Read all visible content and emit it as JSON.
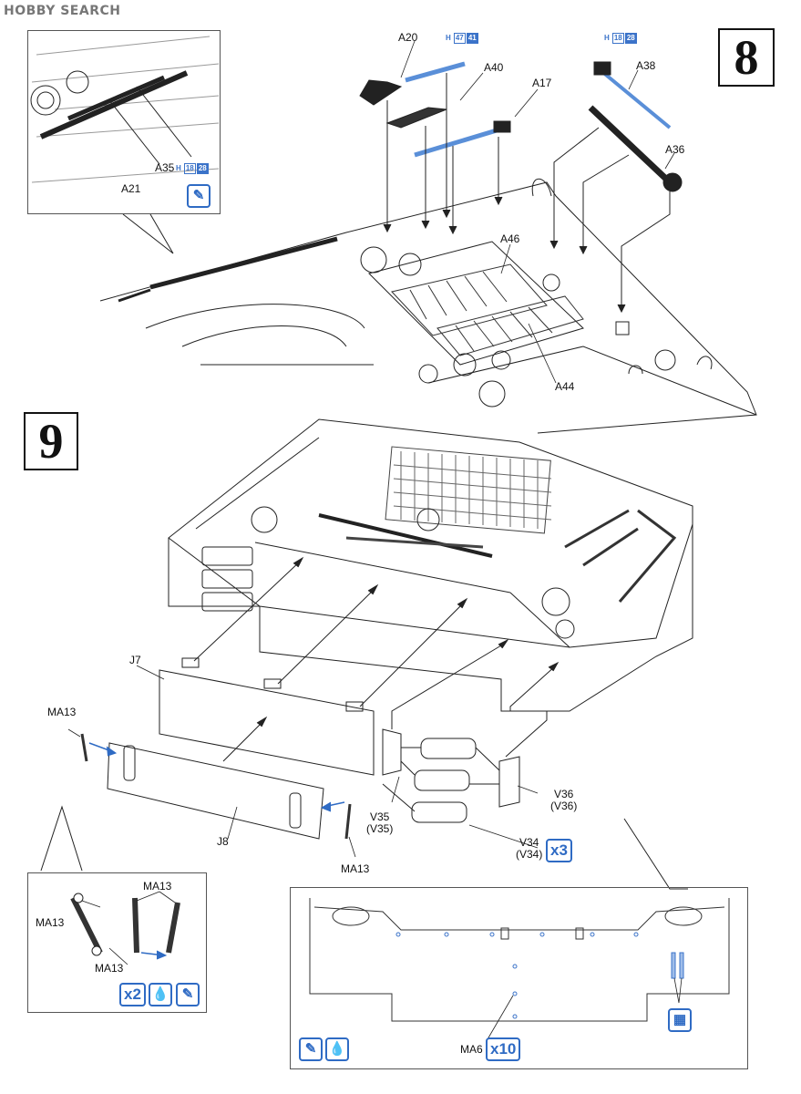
{
  "watermark": "HOBBY SEARCH",
  "steps": [
    {
      "number": "8"
    },
    {
      "number": "9"
    }
  ],
  "step8": {
    "labels": [
      "A20",
      "A40",
      "A17",
      "A38",
      "A36",
      "A46",
      "A44",
      "A35",
      "A21"
    ],
    "part_refs": [
      {
        "prefix": "H",
        "values": [
          "47",
          "41"
        ]
      },
      {
        "prefix": "H",
        "values": [
          "18",
          "28"
        ]
      },
      {
        "prefix": "H",
        "values": [
          "18",
          "28"
        ]
      }
    ]
  },
  "step9": {
    "labels": {
      "j7": "J7",
      "j8": "J8",
      "ma13_left": "MA13",
      "ma13_right": "MA13",
      "v35": "V35\n(V35)",
      "v36": "V36\n(V36)",
      "v34": "V34\n(V34)"
    },
    "v34_multiplier": "x3",
    "detail_left": {
      "labels": [
        "MA13",
        "MA13",
        "MA13"
      ],
      "multiplier": "x2"
    },
    "detail_right": {
      "label": "MA6",
      "multiplier": "x10"
    }
  },
  "icons": [
    "paint-brush-icon",
    "glue-drop-icon",
    "decal-icon"
  ]
}
